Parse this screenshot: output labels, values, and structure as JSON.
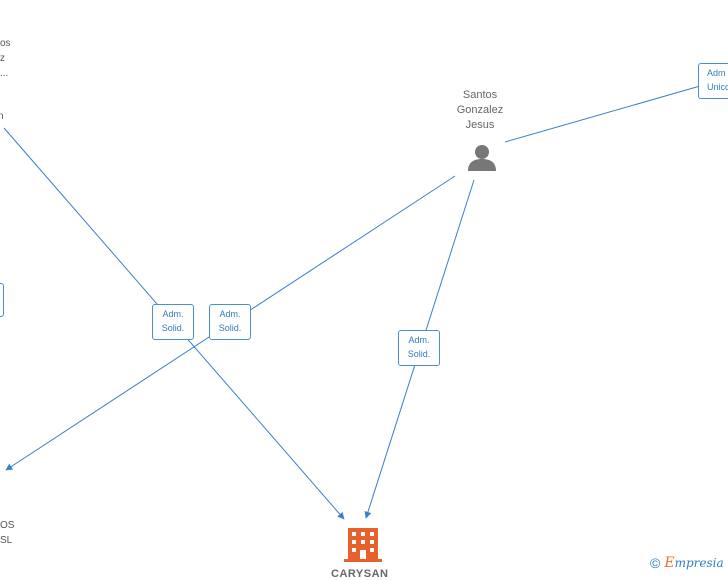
{
  "person_node": {
    "name_lines": [
      "Santos",
      "Gonzalez",
      "Jesus"
    ]
  },
  "company_node": {
    "name": "CARYSAN"
  },
  "partial_left_top": {
    "lines": [
      "os",
      "z",
      "..."
    ],
    "fragment": "n"
  },
  "partial_left_bottom": {
    "lines": [
      "OS",
      "SL"
    ]
  },
  "roles": [
    {
      "line1": "Adm.",
      "line2": "Solid."
    },
    {
      "line1": "Adm.",
      "line2": "Solid."
    },
    {
      "line1": "Adm.",
      "line2": "Solid."
    },
    {
      "line1": "Adm",
      "line2": "Unico"
    }
  ],
  "watermark": {
    "copyright": "©",
    "brand_initial": "E",
    "brand_rest": "mpresia"
  },
  "colors": {
    "edge": "#3a7fc9",
    "company_icon": "#e8602c",
    "person_icon": "#777777"
  }
}
